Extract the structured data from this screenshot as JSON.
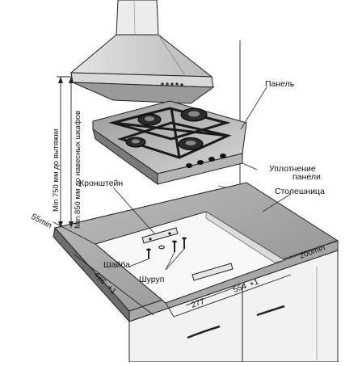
{
  "labels": {
    "panel": "Панель",
    "seal_line1": "Уплотнение",
    "seal_line2": "панели",
    "countertop": "Столешница",
    "bracket": "Кронштейн",
    "washer": "Шайба",
    "screw": "Шуруп",
    "min_hood": "Min 750 мм до вытяжки",
    "min_cabinets": "Min 850 мм до навесных шкафов"
  },
  "dimensions": {
    "side_clearance": "55min",
    "back_clearance": "200min",
    "cutout_depth": "486",
    "cutout_width": "554",
    "half_width": "277",
    "tolerance": "+1"
  }
}
